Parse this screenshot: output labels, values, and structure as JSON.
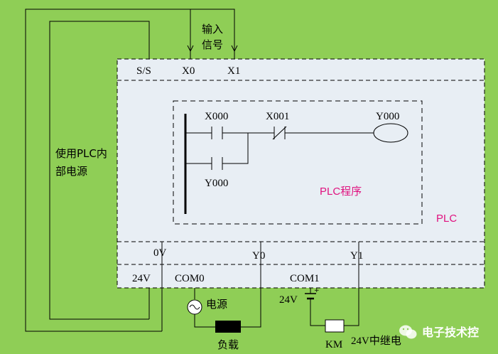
{
  "colors": {
    "background": "#8fce56",
    "plc_body": "#e8eef4",
    "plc_label": "#e0117f",
    "relay": "#000000"
  },
  "input": {
    "signal_label_line1": "输入",
    "signal_label_line2": "信号"
  },
  "terminals_top": {
    "ss": "S/S",
    "x0": "X0",
    "x1": "X1"
  },
  "internal_supply": {
    "line1": "使用PLC内",
    "line2": "部电源"
  },
  "program": {
    "contact_x000": "X000",
    "contact_x001": "X001",
    "coil_y000": "Y000",
    "contact_y000": "Y000",
    "title": "PLC程序"
  },
  "plc_label": "PLC",
  "terminals_bottom": {
    "zero_v": "0V",
    "y0": "Y0",
    "y1": "Y1",
    "v24": "24V",
    "com0": "COM0",
    "com1": "COM1"
  },
  "output_left": {
    "power_label": "电源",
    "load_label": "负载"
  },
  "output_right": {
    "supply_label": "24V",
    "relay_label": "24V中继电",
    "km_label": "KM"
  },
  "watermark": {
    "text": "电子技术控",
    "icon": "wechat-icon"
  }
}
